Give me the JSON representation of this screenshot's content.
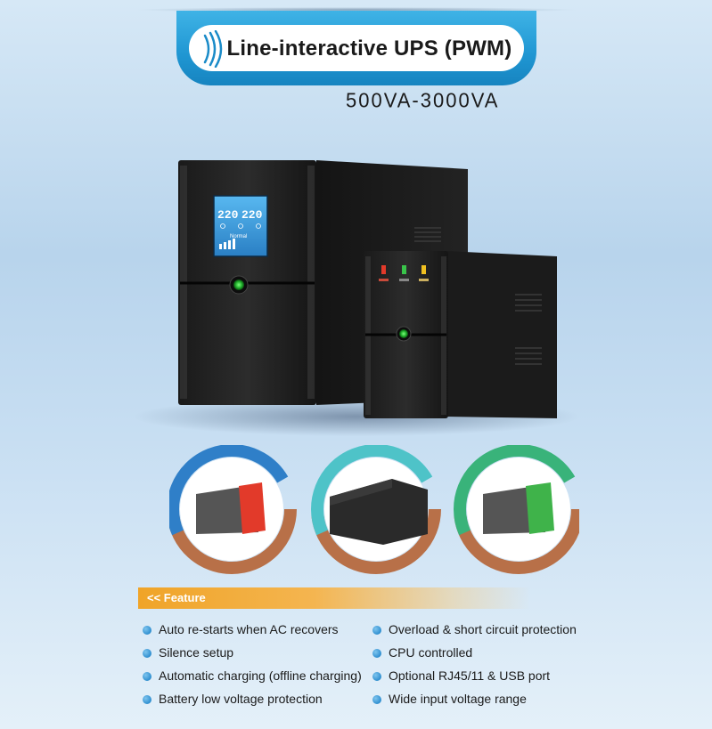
{
  "header": {
    "title": "Line-interactive UPS (PWM)",
    "capacity": "500VA-3000VA"
  },
  "lcd": {
    "reading_left": "220",
    "reading_right": "220",
    "status": "Normal"
  },
  "feature_section": {
    "label": "<< Feature",
    "left": [
      "Auto re-starts when AC recovers",
      "Silence setup",
      "Automatic charging (offline charging)",
      "Battery low voltage protection"
    ],
    "right": [
      "Overload & short circuit protection",
      "CPU controlled",
      "Optional RJ45/11 & USB port",
      "Wide input voltage range"
    ]
  },
  "colors": {
    "banner": "#1f96d2",
    "feature_bar": "#f0a428",
    "variant_red": "#e23a2a",
    "variant_black": "#2a2a2a",
    "variant_green": "#3fb34a",
    "ring_blue": "#2f7fc8",
    "ring_teal": "#4ec3c8",
    "ring_green": "#39b37a",
    "ring_copper": "#b87048"
  },
  "icons": [
    "sound-wave-icon",
    "bullet-icon"
  ]
}
